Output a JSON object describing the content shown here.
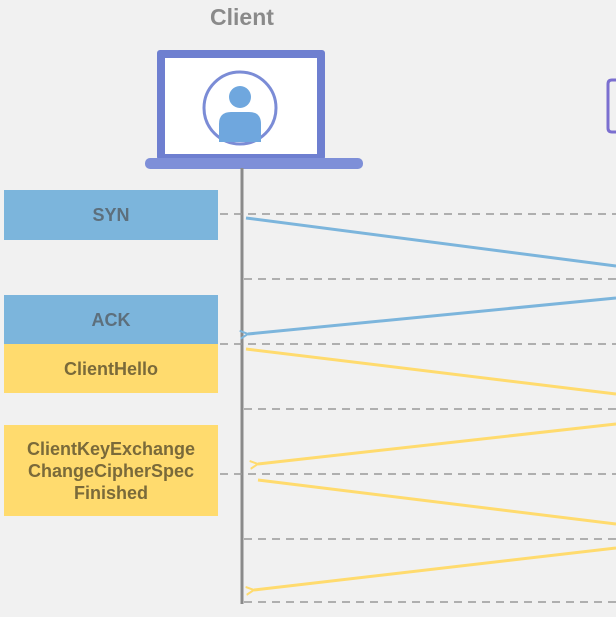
{
  "title": "Client",
  "icons": {
    "client": "user-avatar-icon",
    "device": "laptop-icon",
    "server_partial": "server-box-icon"
  },
  "colors": {
    "blue": "#7cb5dc",
    "yellow": "#ffdb6e",
    "background": "#f1f1f1",
    "lifeline": "#8a8a8a",
    "dash": "#999999"
  },
  "messages": {
    "syn": "SYN",
    "ack": "ACK",
    "client_hello": "ClientHello",
    "client_key_exchange": [
      "ClientKeyExchange",
      "ChangeCipherSpec",
      "Finished"
    ]
  }
}
